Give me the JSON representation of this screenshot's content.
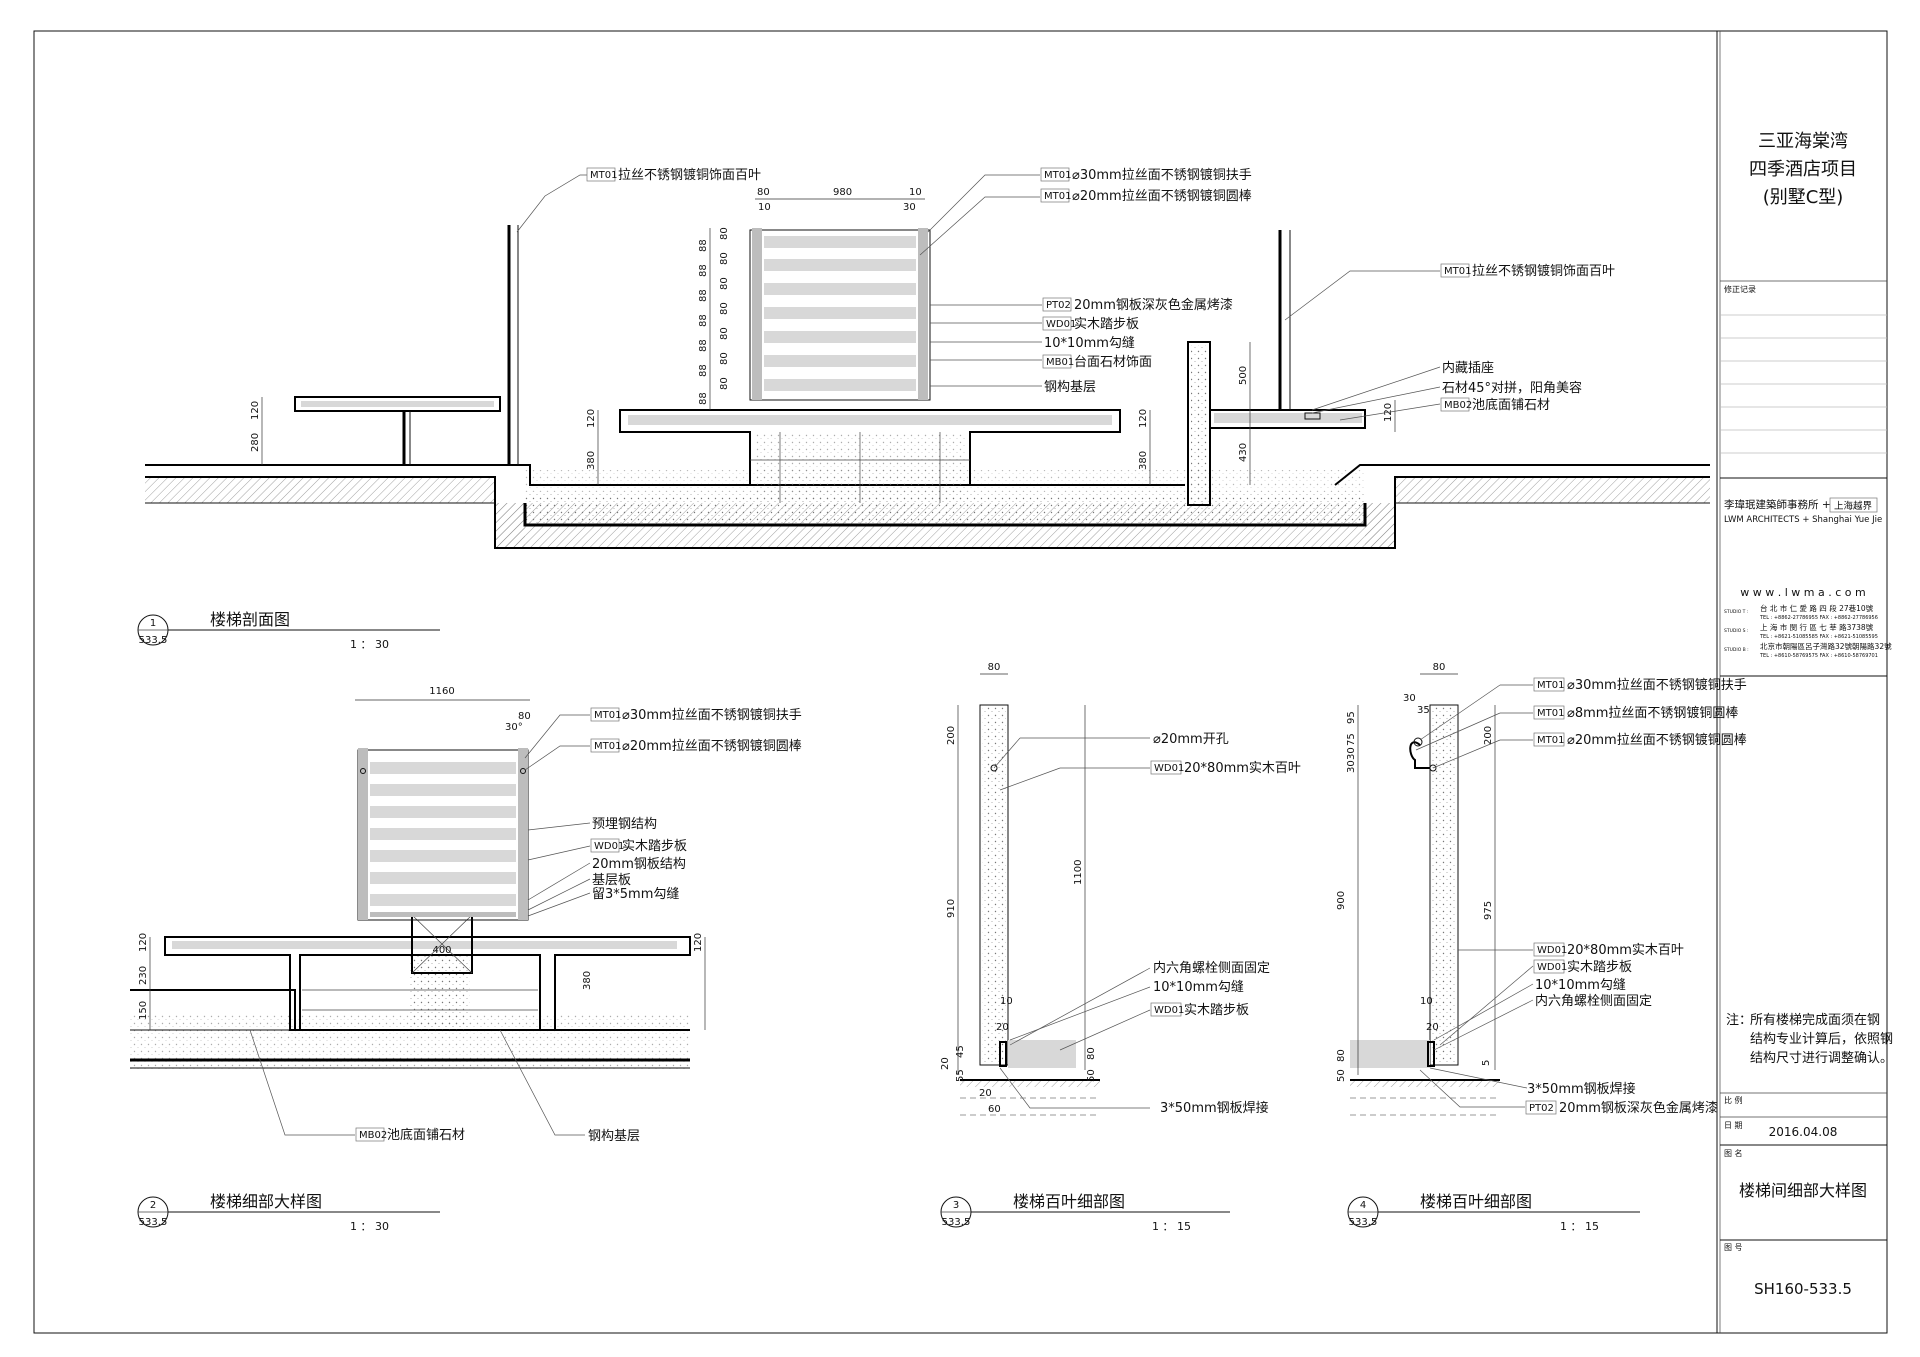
{
  "title_block": {
    "project_line1": "三亚海棠湾",
    "project_line2": "四季酒店项目",
    "project_line3": "(别墅C型)",
    "revision_label": "修正记录",
    "firm_cn": "李瑋珉建築師事務所",
    "firm_plus": "+",
    "firm_partner_cn": "上海越界",
    "firm_en": "LWM ARCHITECTS + Shanghai Yue Jie",
    "website": "w w w . l w m a . c o m",
    "studios": [
      {
        "label": "STUDIO T :",
        "address": "台 北 市 仁 愛 路 四 段 27巷10號",
        "contact": "TEL : +8862-27786955   FAX : +8862-27786956"
      },
      {
        "label": "STUDIO S :",
        "address": "上 海 市 閔 行 區 七 莘 路3738號",
        "contact": "TEL : +8621-51085585   FAX : +8621-51085595"
      },
      {
        "label": "STUDIO B :",
        "address": "北京市朝陽區呂子灣路32號朝陽路32號",
        "contact": "TEL : +8610-58769575   FAX : +8610-58769701"
      }
    ],
    "note_prefix": "注：",
    "note_lines": [
      "所有楼梯完成面须在钢",
      "结构专业计算后，依照钢",
      "结构尺寸进行调整确认。"
    ],
    "scale_label": "比 例",
    "date_label": "日 期",
    "date": "2016.04.08",
    "drawing_name_label": "图 名",
    "drawing_name": "楼梯间细部大样图",
    "drawing_no_label": "图 号",
    "drawing_no": "SH160-533.5"
  },
  "views": [
    {
      "number": "1",
      "sheet": "533.5",
      "title": "楼梯剖面图",
      "scale": "1 ： 30"
    },
    {
      "number": "2",
      "sheet": "533.5",
      "title": "楼梯细部大样图",
      "scale": "1 ： 30"
    },
    {
      "number": "3",
      "sheet": "533.5",
      "title": "楼梯百叶细部图",
      "scale": "1 ： 15"
    },
    {
      "number": "4",
      "sheet": "533.5",
      "title": "楼梯百叶细部图",
      "scale": "1 ： 15"
    }
  ],
  "view1": {
    "labels": [
      {
        "tag": "MT01",
        "text": "拉丝不锈钢镀铜饰面百叶"
      },
      {
        "tag": "MT01",
        "text": "⌀30mm拉丝面不锈钢镀铜扶手"
      },
      {
        "tag": "MT01",
        "text": "⌀20mm拉丝面不锈钢镀铜圆棒"
      },
      {
        "tag": "MT01",
        "text": "拉丝不锈钢镀铜饰面百叶"
      },
      {
        "tag": "PT02",
        "text": "20mm钢板深灰色金属烤漆"
      },
      {
        "tag": "WD01",
        "text": "实木踏步板"
      },
      {
        "tag": "",
        "text": "10*10mm勾缝"
      },
      {
        "tag": "MB01",
        "text": "台面石材饰面"
      },
      {
        "tag": "",
        "text": "钢构基层"
      },
      {
        "tag": "",
        "text": "内藏插座"
      },
      {
        "tag": "",
        "text": "石材45°对拼，阳角美容"
      },
      {
        "tag": "MB02",
        "text": "池底面铺石材"
      }
    ],
    "dims": {
      "top": [
        "80",
        "980",
        "10",
        "10",
        "30"
      ],
      "stack": [
        "80",
        "88",
        "80",
        "88",
        "80",
        "88",
        "80",
        "88",
        "80",
        "88",
        "80",
        "88",
        "80",
        "88"
      ],
      "misc": [
        "120",
        "280",
        "120",
        "380",
        "120",
        "380",
        "500",
        "430",
        "120"
      ]
    }
  },
  "view2": {
    "labels": [
      {
        "tag": "MT01",
        "text": "⌀30mm拉丝面不锈钢镀铜扶手"
      },
      {
        "tag": "MT01",
        "text": "⌀20mm拉丝面不锈钢镀铜圆棒"
      },
      {
        "tag": "",
        "text": "预埋钢结构"
      },
      {
        "tag": "WD01",
        "text": "实木踏步板"
      },
      {
        "tag": "",
        "text": "20mm钢板结构"
      },
      {
        "tag": "",
        "text": "基层板"
      },
      {
        "tag": "",
        "text": "留3*5mm勾缝"
      },
      {
        "tag": "MB02",
        "text": "池底面铺石材"
      },
      {
        "tag": "",
        "text": "钢构基层"
      }
    ],
    "dims": [
      "1160",
      "80",
      "30°",
      "400",
      "120",
      "230",
      "150",
      "120",
      "380"
    ]
  },
  "view3": {
    "labels": [
      {
        "tag": "",
        "text": "⌀20mm开孔"
      },
      {
        "tag": "WD01",
        "text": "20*80mm实木百叶"
      },
      {
        "tag": "",
        "text": "内六角螺栓侧面固定"
      },
      {
        "tag": "",
        "text": "10*10mm勾缝"
      },
      {
        "tag": "WD01",
        "text": "实木踏步板"
      },
      {
        "tag": "",
        "text": "3*50mm钢板焊接"
      }
    ],
    "dims": [
      "80",
      "200",
      "910",
      "1100",
      "10",
      "20",
      "20",
      "45",
      "55",
      "80",
      "50",
      "20",
      "60"
    ]
  },
  "view4": {
    "labels": [
      {
        "tag": "MT01",
        "text": "⌀30mm拉丝面不锈钢镀铜扶手"
      },
      {
        "tag": "MT01",
        "text": "⌀8mm拉丝面不锈钢镀铜圆棒"
      },
      {
        "tag": "MT01",
        "text": "⌀20mm拉丝面不锈钢镀铜圆棒"
      },
      {
        "tag": "WD01",
        "text": "20*80mm实木百叶"
      },
      {
        "tag": "WD01",
        "text": "实木踏步板"
      },
      {
        "tag": "",
        "text": "10*10mm勾缝"
      },
      {
        "tag": "",
        "text": "内六角螺栓侧面固定"
      },
      {
        "tag": "",
        "text": "3*50mm钢板焊接"
      },
      {
        "tag": "PT02",
        "text": "20mm钢板深灰色金属烤漆"
      }
    ],
    "dims": [
      "80",
      "30",
      "35",
      "95",
      "75",
      "30",
      "30",
      "200",
      "900",
      "975",
      "10",
      "20",
      "80",
      "50",
      "5"
    ]
  }
}
